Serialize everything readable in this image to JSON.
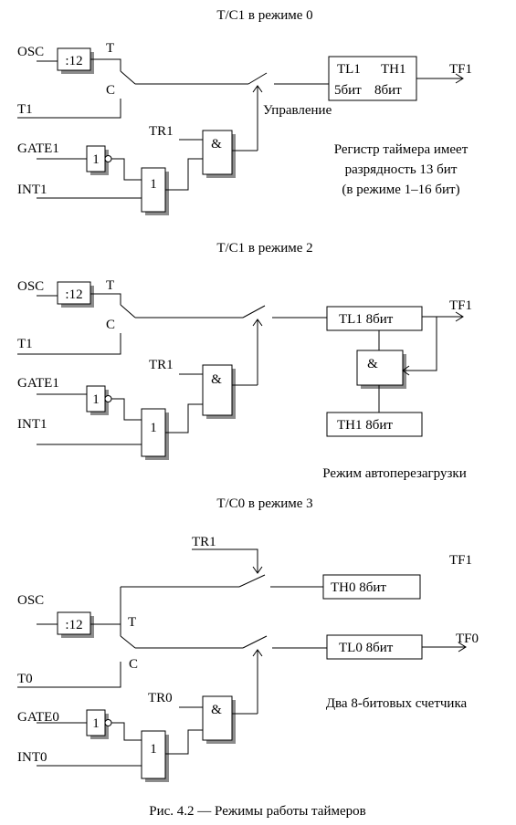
{
  "sections": {
    "s1": {
      "title": "Т/С1 в режиме 0",
      "inputs": {
        "osc": "OSC",
        "t1": "T1",
        "gate": "GATE1",
        "int": "INT1",
        "tr": "TR1"
      },
      "divider": ":12",
      "switch_t": "T",
      "switch_c": "C",
      "not_gate": "1",
      "or_gate": "1",
      "and_gate": "&",
      "control_label": "Управление",
      "register": {
        "tl": "TL1",
        "th": "TH1",
        "tl_bits": "5бит",
        "th_bits": "8бит"
      },
      "output": "TF1",
      "note": [
        "Регистр таймера имеет",
        "разрядность 13 бит",
        "(в режиме 1–16 бит)"
      ]
    },
    "s2": {
      "title": "Т/С1 в режиме 2",
      "inputs": {
        "osc": "OSC",
        "t1": "T1",
        "gate": "GATE1",
        "int": "INT1",
        "tr": "TR1"
      },
      "divider": ":12",
      "switch_t": "T",
      "switch_c": "C",
      "not_gate": "1",
      "or_gate": "1",
      "and_gate": "&",
      "tl_register": "TL1  8бит",
      "th_register": "TH1  8бит",
      "reload_gate": "&",
      "output": "TF1",
      "note": "Режим автоперезагрузки"
    },
    "s3": {
      "title": "Т/С0 в режиме 3",
      "inputs": {
        "osc": "OSC",
        "t0": "T0",
        "gate": "GATE0",
        "int": "INT0",
        "tr1": "TR1",
        "tr0": "TR0"
      },
      "divider": ":12",
      "switch_t": "T",
      "switch_c": "C",
      "not_gate": "1",
      "or_gate": "1",
      "and_gate": "&",
      "th_register": "TH0  8бит",
      "tl_register": "TL0  8бит",
      "output_th": "TF1",
      "output_tl": "TF0",
      "note": "Два 8-битовых счетчика"
    }
  },
  "caption": "Рис. 4.2 — Режимы работы таймеров"
}
